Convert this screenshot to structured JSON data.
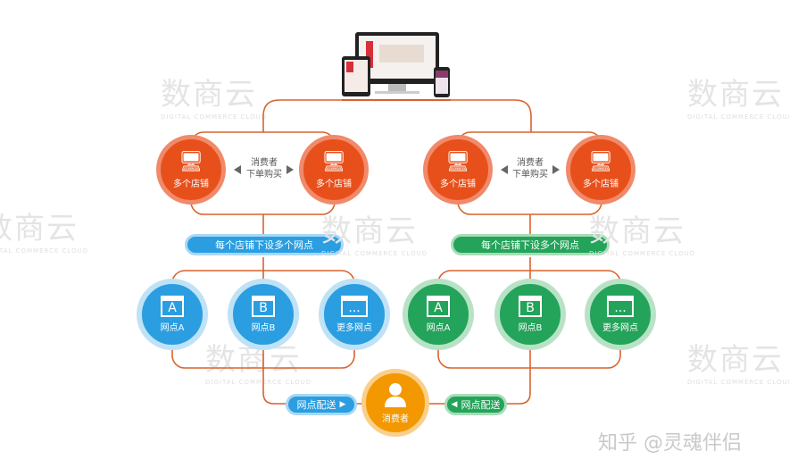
{
  "watermark": {
    "brand": "数商云",
    "subtitle": "DIGITAL COMMERCE CLOUD"
  },
  "colors": {
    "orange": "#e8501b",
    "blue": "#2a9ee0",
    "green": "#24a35a",
    "consumer": "#f39800",
    "line": "#d9632f"
  },
  "devices": {
    "icon": "desktop-tablet-phone-icon"
  },
  "left": {
    "stores": [
      "多个店铺",
      "多个店铺"
    ],
    "middle": [
      "消费者",
      "下单购买"
    ],
    "pill": "每个店铺下设多个网点",
    "nodes": [
      "网点A",
      "网点B",
      "更多网点"
    ],
    "node_marks": [
      "A",
      "B",
      "..."
    ],
    "delivery": "网点配送"
  },
  "right": {
    "stores": [
      "多个店铺",
      "多个店铺"
    ],
    "middle": [
      "消费者",
      "下单购买"
    ],
    "pill": "每个店铺下设多个网点",
    "nodes": [
      "网点A",
      "网点B",
      "更多网点"
    ],
    "node_marks": [
      "A",
      "B",
      "..."
    ],
    "delivery": "网点配送"
  },
  "consumer": {
    "label": "消费者"
  },
  "credit": "知乎 @灵魂伴侣"
}
